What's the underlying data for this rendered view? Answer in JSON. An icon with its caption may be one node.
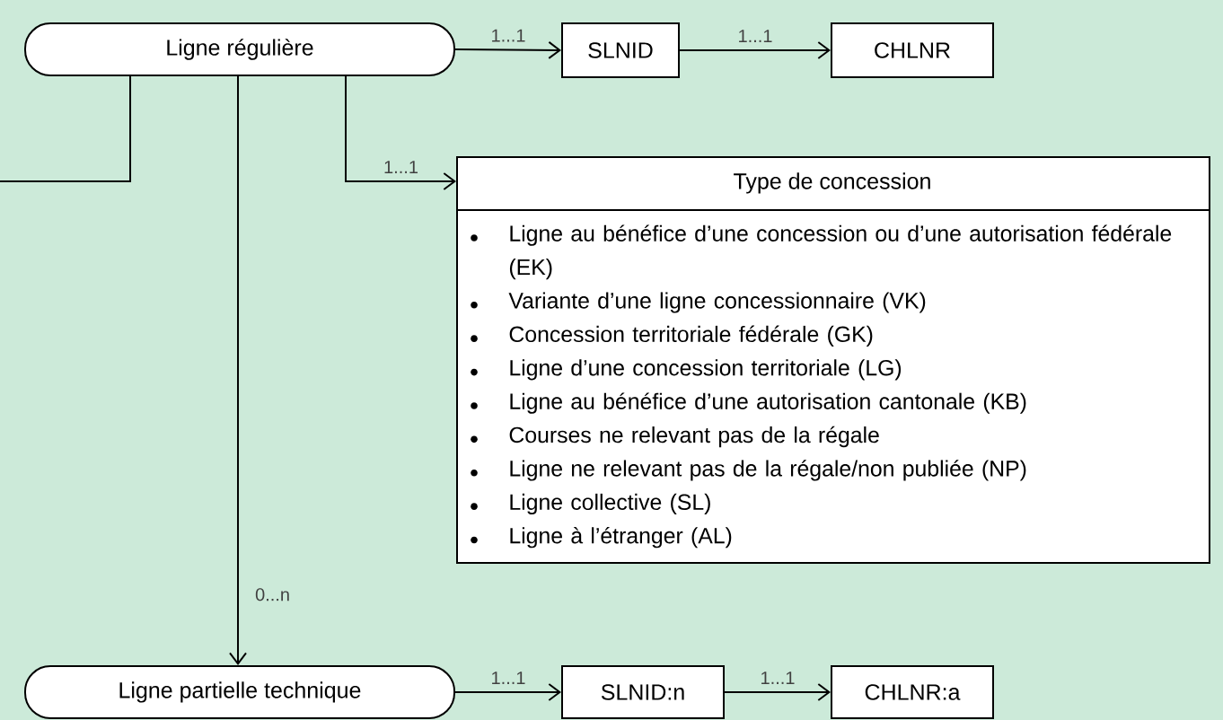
{
  "diagram": {
    "nodes": [
      {
        "text": [
          "Ligne régulière"
        ]
      },
      {
        "text": [
          "SLNID"
        ]
      },
      {
        "text": [
          "CHLNR"
        ]
      },
      {
        "text": [
          "Type de concession",
          "Ligne au bénéfice d’une concession ou d’une autorisation fédérale (EK)",
          "Variante d’une ligne concessionnaire (VK)",
          "Concession territoriale fédérale (GK)",
          "Ligne d’une concession territoriale (LG)",
          "Ligne au bénéfice d’une autorisation cantonale (KB)",
          "Courses ne relevant pas de la régale",
          "Ligne ne relevant pas de la régale/non publiée (NP)",
          "Ligne collective (SL)",
          "Ligne à l’étranger (AL)"
        ]
      },
      {
        "text": [
          "Ligne partielle technique"
        ]
      },
      {
        "text": [
          "SLNID:n"
        ]
      },
      {
        "text": [
          "CHLNR:a"
        ]
      }
    ],
    "edges": [
      {
        "from": 0,
        "to": 1,
        "arrow": "to",
        "label": "1...1"
      },
      {
        "from": 1,
        "to": 2,
        "arrow": "to",
        "label": "1...1"
      },
      {
        "from": 0,
        "to": 3,
        "arrow": "to",
        "label": "1...1"
      },
      {
        "from": 0,
        "to": 4,
        "arrow": "to",
        "label": "0...n"
      },
      {
        "from": 0,
        "to": null,
        "arrow": "none"
      },
      {
        "from": 4,
        "to": 5,
        "arrow": "to",
        "label": "1...1"
      },
      {
        "from": 5,
        "to": 6,
        "arrow": "to",
        "label": "1...1"
      }
    ]
  }
}
